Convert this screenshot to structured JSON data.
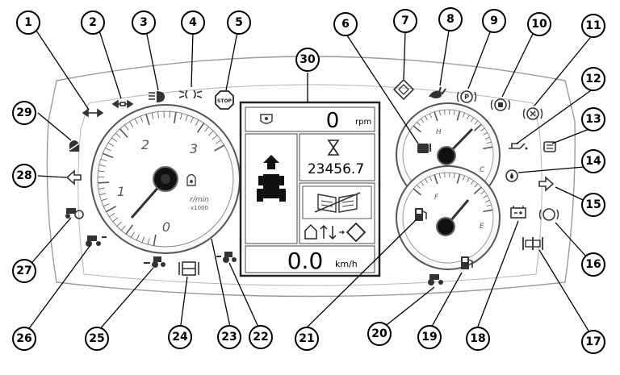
{
  "display": {
    "rpm_value": "0",
    "rpm_unit": "rpm",
    "hours_value": "23456.7",
    "speed_value": "0.0",
    "speed_unit": "km/h",
    "rpm_unit_label": "r/min",
    "rpm_multiplier": "x1000",
    "tach_scale": [
      "0",
      "1",
      "2",
      "3"
    ],
    "temp_gauge_marks": [
      "H",
      "C"
    ],
    "fuel_gauge_marks": [
      "F",
      "E"
    ]
  },
  "callouts": [
    {
      "n": "1"
    },
    {
      "n": "2"
    },
    {
      "n": "3"
    },
    {
      "n": "4"
    },
    {
      "n": "5"
    },
    {
      "n": "6"
    },
    {
      "n": "7"
    },
    {
      "n": "8"
    },
    {
      "n": "9"
    },
    {
      "n": "10"
    },
    {
      "n": "11"
    },
    {
      "n": "12"
    },
    {
      "n": "13"
    },
    {
      "n": "14"
    },
    {
      "n": "15"
    },
    {
      "n": "16"
    },
    {
      "n": "17"
    },
    {
      "n": "18"
    },
    {
      "n": "19"
    },
    {
      "n": "20"
    },
    {
      "n": "21"
    },
    {
      "n": "22"
    },
    {
      "n": "23"
    },
    {
      "n": "24"
    },
    {
      "n": "25"
    },
    {
      "n": "26"
    },
    {
      "n": "27"
    },
    {
      "n": "28"
    },
    {
      "n": "29"
    },
    {
      "n": "30"
    }
  ],
  "colors": {
    "line": "#000000",
    "panel_outline": "#8a8a8a",
    "icon": "#333333"
  }
}
